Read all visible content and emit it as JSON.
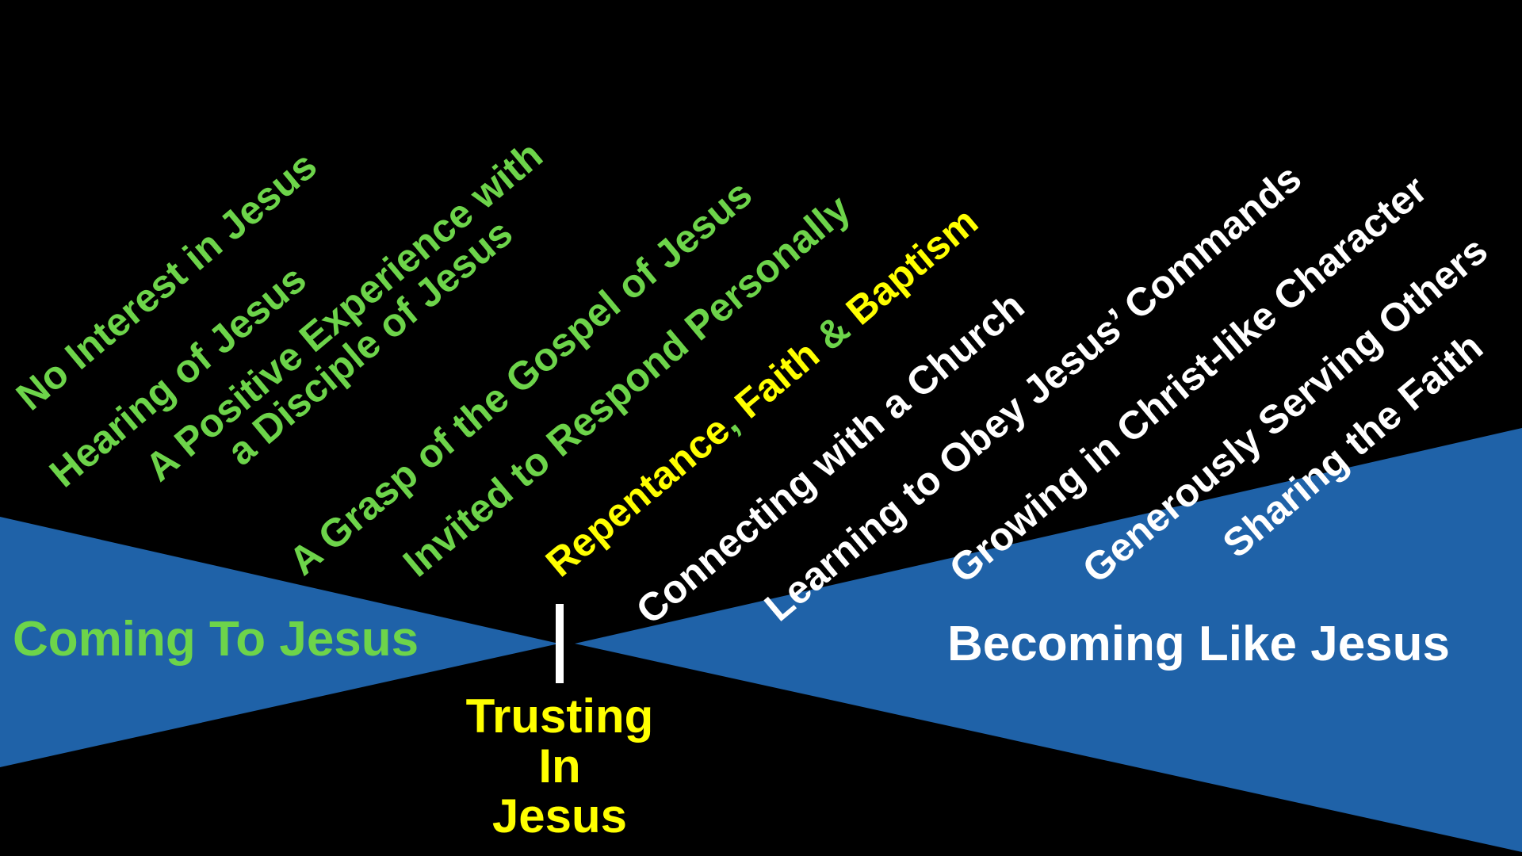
{
  "colors": {
    "background": "#000000",
    "wedge": "#1f62a8",
    "coming": "#6dd44a",
    "trusting": "#ffff00",
    "becoming": "#ffffff"
  },
  "stages": {
    "coming": "Coming To Jesus",
    "trusting": [
      "Trusting",
      "In",
      "Jesus"
    ],
    "becoming": "Becoming Like Jesus"
  },
  "steps": [
    {
      "id": "no-interest",
      "text": "No Interest in Jesus"
    },
    {
      "id": "hearing",
      "text": "Hearing of Jesus"
    },
    {
      "id": "positive-experience",
      "lines": [
        "A Positive Experience with",
        "a Disciple of Jesus"
      ]
    },
    {
      "id": "grasp-gospel",
      "text": "A Grasp of the Gospel of Jesus"
    },
    {
      "id": "invited-respond",
      "text": "Invited to Respond Personally"
    },
    {
      "id": "repentance",
      "parts": [
        "Repentance",
        ", ",
        "Faith",
        " & ",
        "Baptism"
      ]
    },
    {
      "id": "connecting-church",
      "text": "Connecting with a Church"
    },
    {
      "id": "learning-obey",
      "text": "Learning to Obey Jesus’ Commands"
    },
    {
      "id": "growing-character",
      "text": "Growing in Christ-like Character"
    },
    {
      "id": "generously-serving",
      "text": "Generously Serving Others"
    },
    {
      "id": "sharing-faith",
      "text": "Sharing the Faith"
    }
  ]
}
